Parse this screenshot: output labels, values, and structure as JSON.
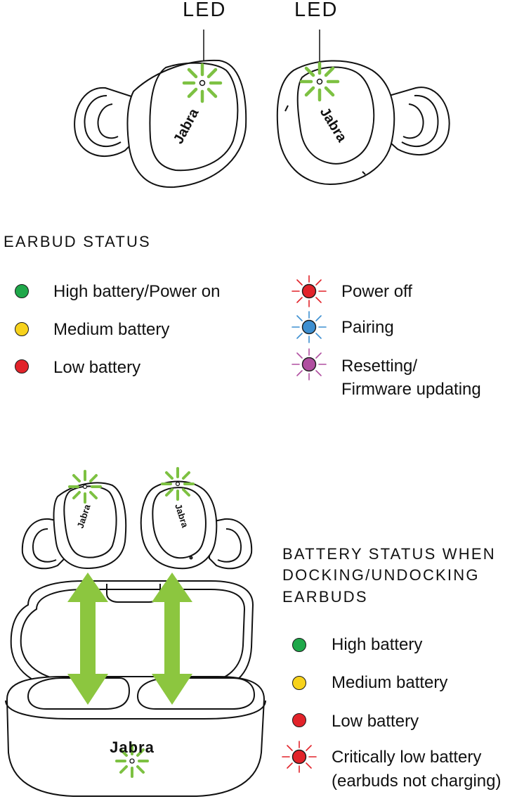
{
  "top_labels": {
    "left_led": "LED",
    "right_led": "LED"
  },
  "earbud_logo": "Jabra",
  "case_logo": "Jabra",
  "earbud_status": {
    "heading": "EARBUD STATUS",
    "solid_items": [
      {
        "label": "High battery/Power on",
        "color": "#1fa84a"
      },
      {
        "label": "Medium battery",
        "color": "#f7d21c"
      },
      {
        "label": "Low battery",
        "color": "#e2232a"
      }
    ],
    "flashing_items": [
      {
        "label": "Power off",
        "color": "#e2232a"
      },
      {
        "label": "Pairing",
        "color": "#3d8fd1"
      },
      {
        "label_line1": "Resetting/",
        "label_line2": "Firmware updating",
        "color": "#b04fa0"
      }
    ]
  },
  "battery_status": {
    "heading_line1": "BATTERY STATUS WHEN",
    "heading_line2": "DOCKING/UNDOCKING",
    "heading_line3": "EARBUDS",
    "solid_items": [
      {
        "label": "High battery",
        "color": "#1fa84a"
      },
      {
        "label": "Medium battery",
        "color": "#f7d21c"
      },
      {
        "label": "Low battery",
        "color": "#e2232a"
      }
    ],
    "flashing_item": {
      "label_line1": "Critically low battery",
      "label_line2": "(earbuds not charging)",
      "color": "#e2232a"
    }
  },
  "colors": {
    "led_green": "#7dc142",
    "arrow_green": "#8cc63f",
    "outline": "#111111"
  }
}
